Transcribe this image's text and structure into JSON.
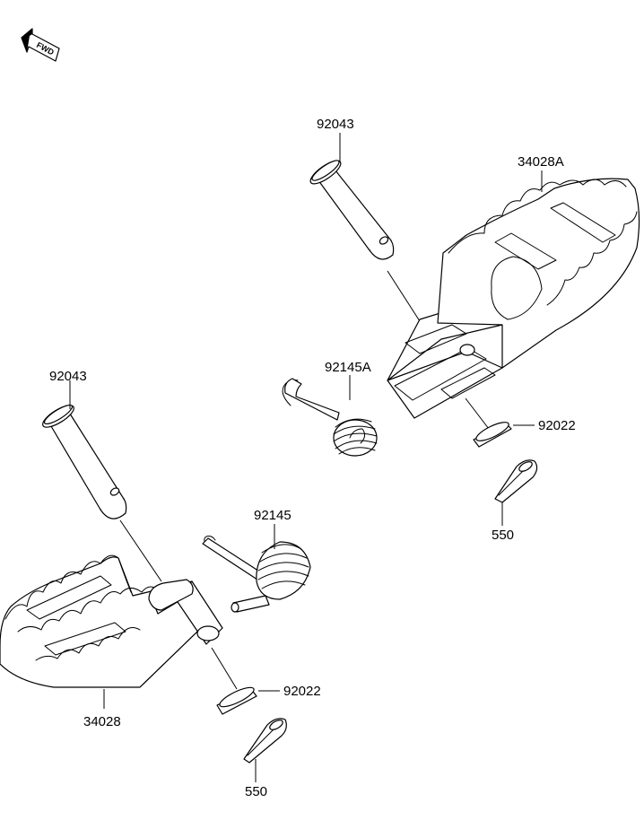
{
  "diagram": {
    "direction_marker": "FWD",
    "parts": {
      "pin_right": "92043",
      "footpeg_right": "34028A",
      "spring_right": "92145A",
      "washer_right": "92022",
      "cotter_right": "550",
      "pin_left": "92043",
      "spring_left": "92145",
      "footpeg_left": "34028",
      "washer_left": "92022",
      "cotter_left": "550"
    }
  }
}
